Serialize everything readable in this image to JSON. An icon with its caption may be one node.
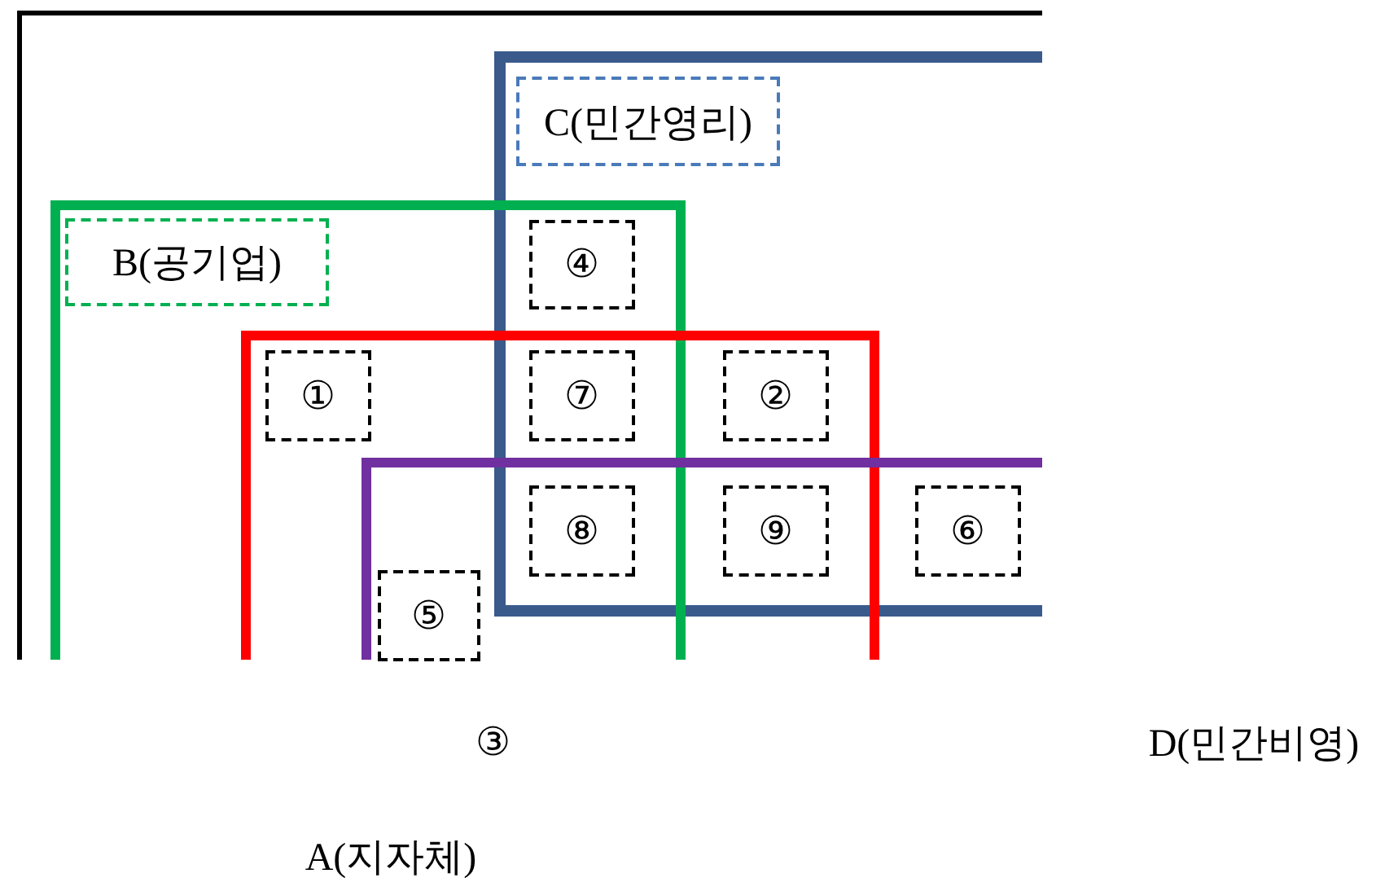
{
  "diagram": {
    "nodes": [
      {
        "text": [
          "C(민간영리)"
        ]
      },
      {
        "text": [
          "B(공기업)"
        ]
      },
      {
        "text": [
          "④"
        ]
      },
      {
        "text": [
          "①"
        ]
      },
      {
        "text": [
          "⑦"
        ]
      },
      {
        "text": [
          "②"
        ]
      },
      {
        "text": [
          "⑧"
        ]
      },
      {
        "text": [
          "⑨"
        ]
      },
      {
        "text": [
          "⑥"
        ]
      },
      {
        "text": [
          "⑤"
        ]
      }
    ],
    "labels": [
      "③",
      "D(민간비영)",
      "A(지자체)"
    ]
  }
}
